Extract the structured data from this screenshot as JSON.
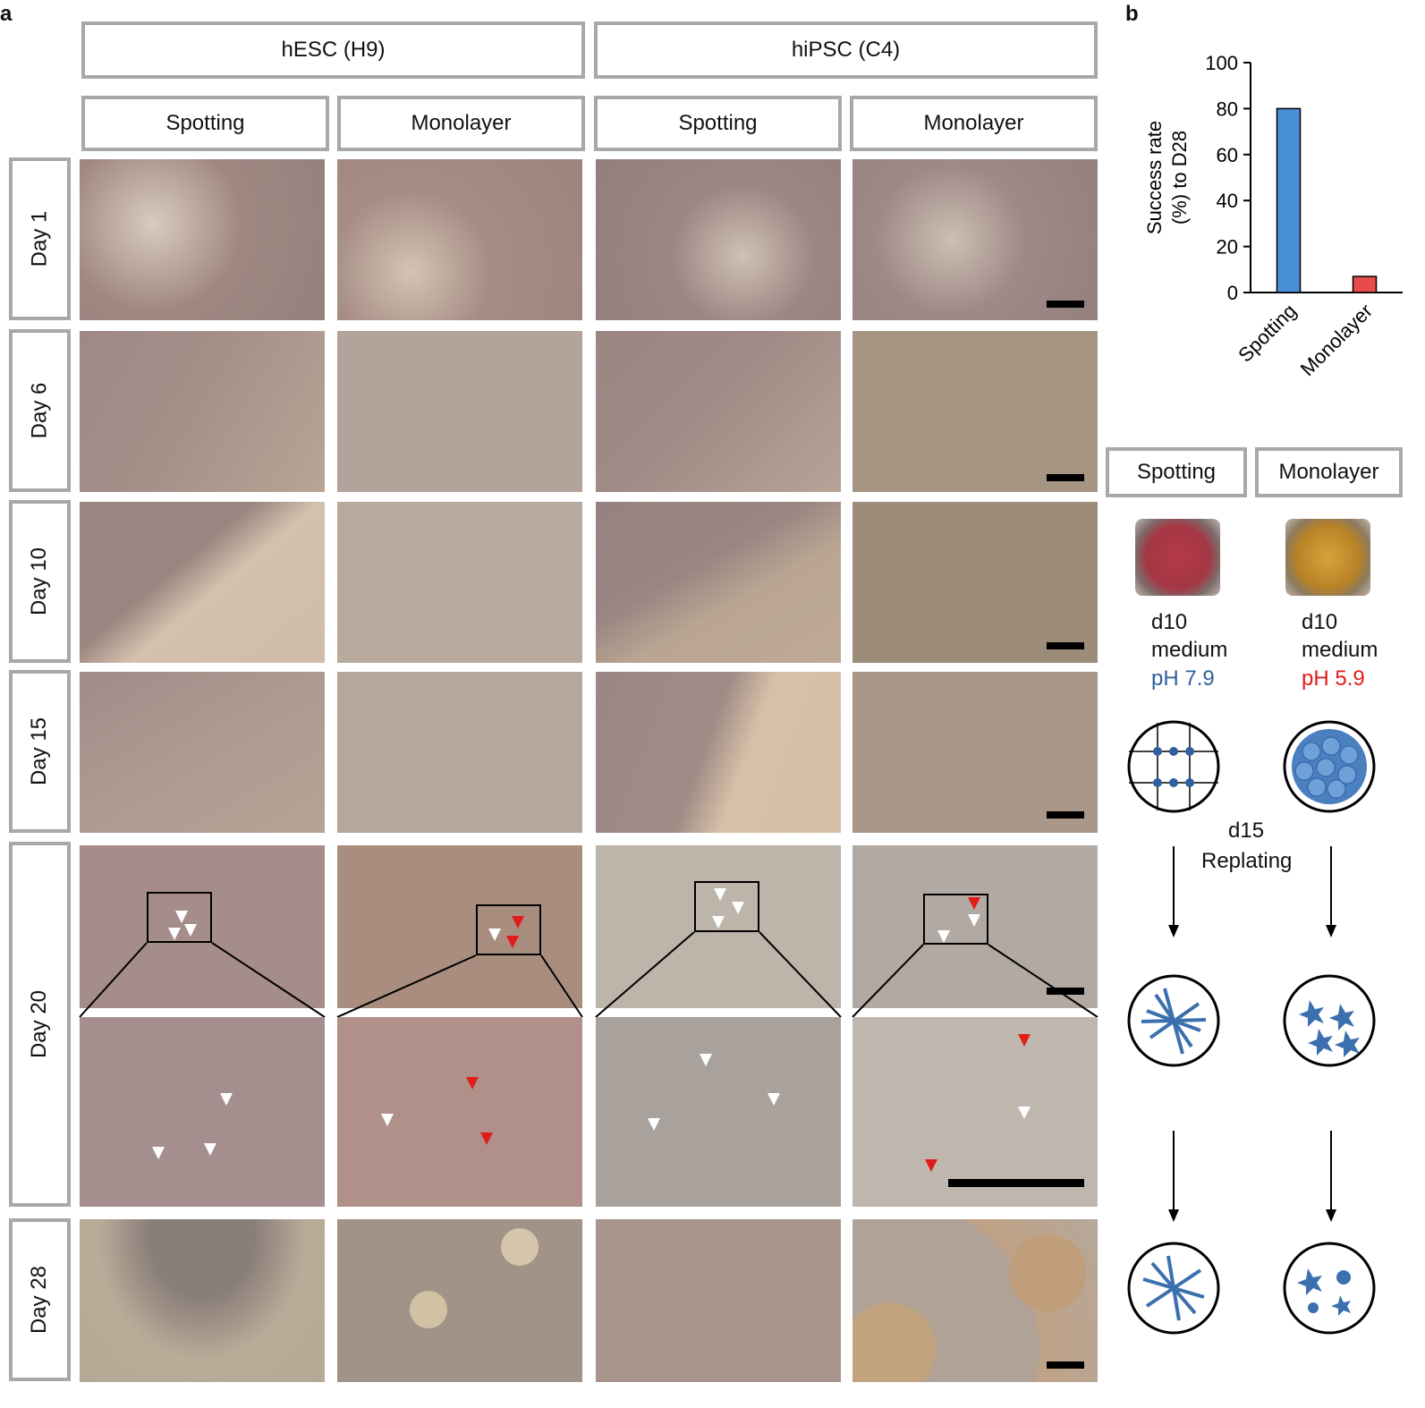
{
  "panel_a": {
    "letter": "a",
    "groups": [
      "hESC (H9)",
      "hiPSC (C4)"
    ],
    "conditions": [
      "Spotting",
      "Monolayer",
      "Spotting",
      "Monolayer"
    ],
    "days": [
      "Day 1",
      "Day 6",
      "Day 10",
      "Day 15",
      "Day 20",
      "Day 28"
    ]
  },
  "panel_b": {
    "letter": "b",
    "conditions": [
      "Spotting",
      "Monolayer"
    ],
    "medium": [
      {
        "day": "d10",
        "label": "medium",
        "ph": "pH 7.9",
        "ph_color": "#2f5f9e"
      },
      {
        "day": "d10",
        "label": "medium",
        "ph": "pH 5.9",
        "ph_color": "#e21b1b"
      }
    ],
    "replating_day": "d15",
    "replating_label": "Replating"
  },
  "chart_data": {
    "type": "bar",
    "categories": [
      "Spotting",
      "Monolayer"
    ],
    "values": [
      80,
      7
    ],
    "colors": [
      "#4a90d9",
      "#e84b4b"
    ],
    "ylabel_lines": [
      "Success rate",
      "(%) to D28"
    ],
    "ylim": [
      0,
      100
    ],
    "yticks": [
      0,
      20,
      40,
      60,
      80,
      100
    ]
  }
}
